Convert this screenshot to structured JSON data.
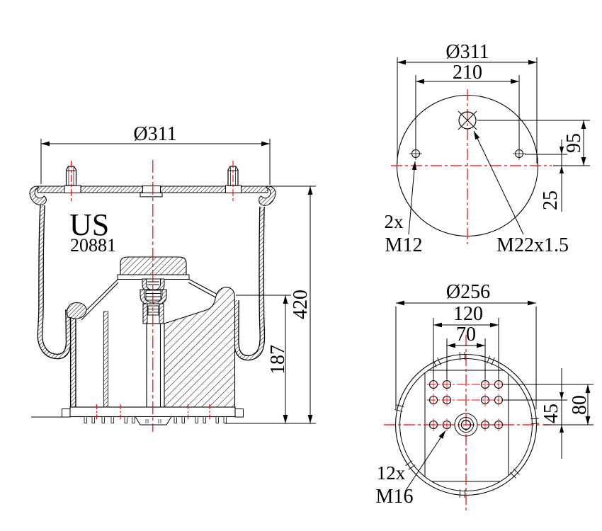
{
  "drawing": {
    "brand": "US",
    "part_number": "20881",
    "colors": {
      "line": "#000000",
      "centerline": "#fb0006",
      "background": "#ffffff"
    },
    "side_view": {
      "title": "side-section-view",
      "dims": {
        "diameter_top": "Ø311",
        "overall_height": "420",
        "piston_height": "187"
      }
    },
    "top_view": {
      "title": "top-plate-view",
      "dims": {
        "diameter": "Ø311",
        "stud_spacing": "210",
        "port_offset": "95",
        "stud_offset": "25"
      },
      "labels": {
        "stud_count": "2x",
        "stud_thread": "M12",
        "port_thread": "M22x1.5"
      }
    },
    "bottom_view": {
      "title": "piston-bottom-view",
      "dims": {
        "diameter": "Ø256",
        "bolt_cols_outer": "120",
        "bolt_cols_inner": "70",
        "row_mid": "45",
        "row_top": "80"
      },
      "labels": {
        "bolt_count": "12x",
        "bolt_thread": "M16"
      }
    }
  }
}
